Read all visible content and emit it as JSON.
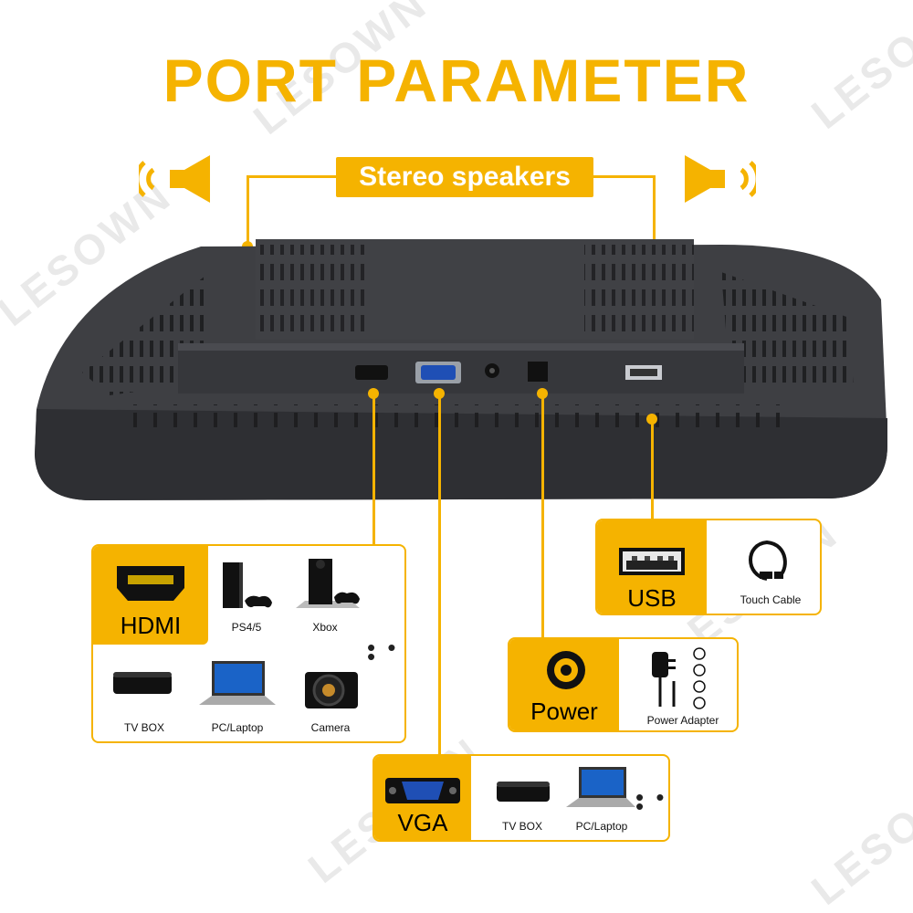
{
  "title": "PORT PARAMETER",
  "brand_watermark": "LESOWN",
  "speakers_label": "Stereo speakers",
  "hdmi": {
    "port_label": "HDMI",
    "devices": [
      "PS4/5",
      "Xbox",
      "TV BOX",
      "PC/Laptop",
      "Camera"
    ],
    "more": "• • •"
  },
  "usb": {
    "port_label": "USB",
    "device": "Touch Cable"
  },
  "power": {
    "port_label": "Power",
    "device": "Power Adapter"
  },
  "vga": {
    "port_label": "VGA",
    "devices": [
      "TV BOX",
      "PC/Laptop"
    ],
    "more": "• • •"
  },
  "colors": {
    "accent": "#f5b300",
    "monitor": "#3b3c40"
  }
}
